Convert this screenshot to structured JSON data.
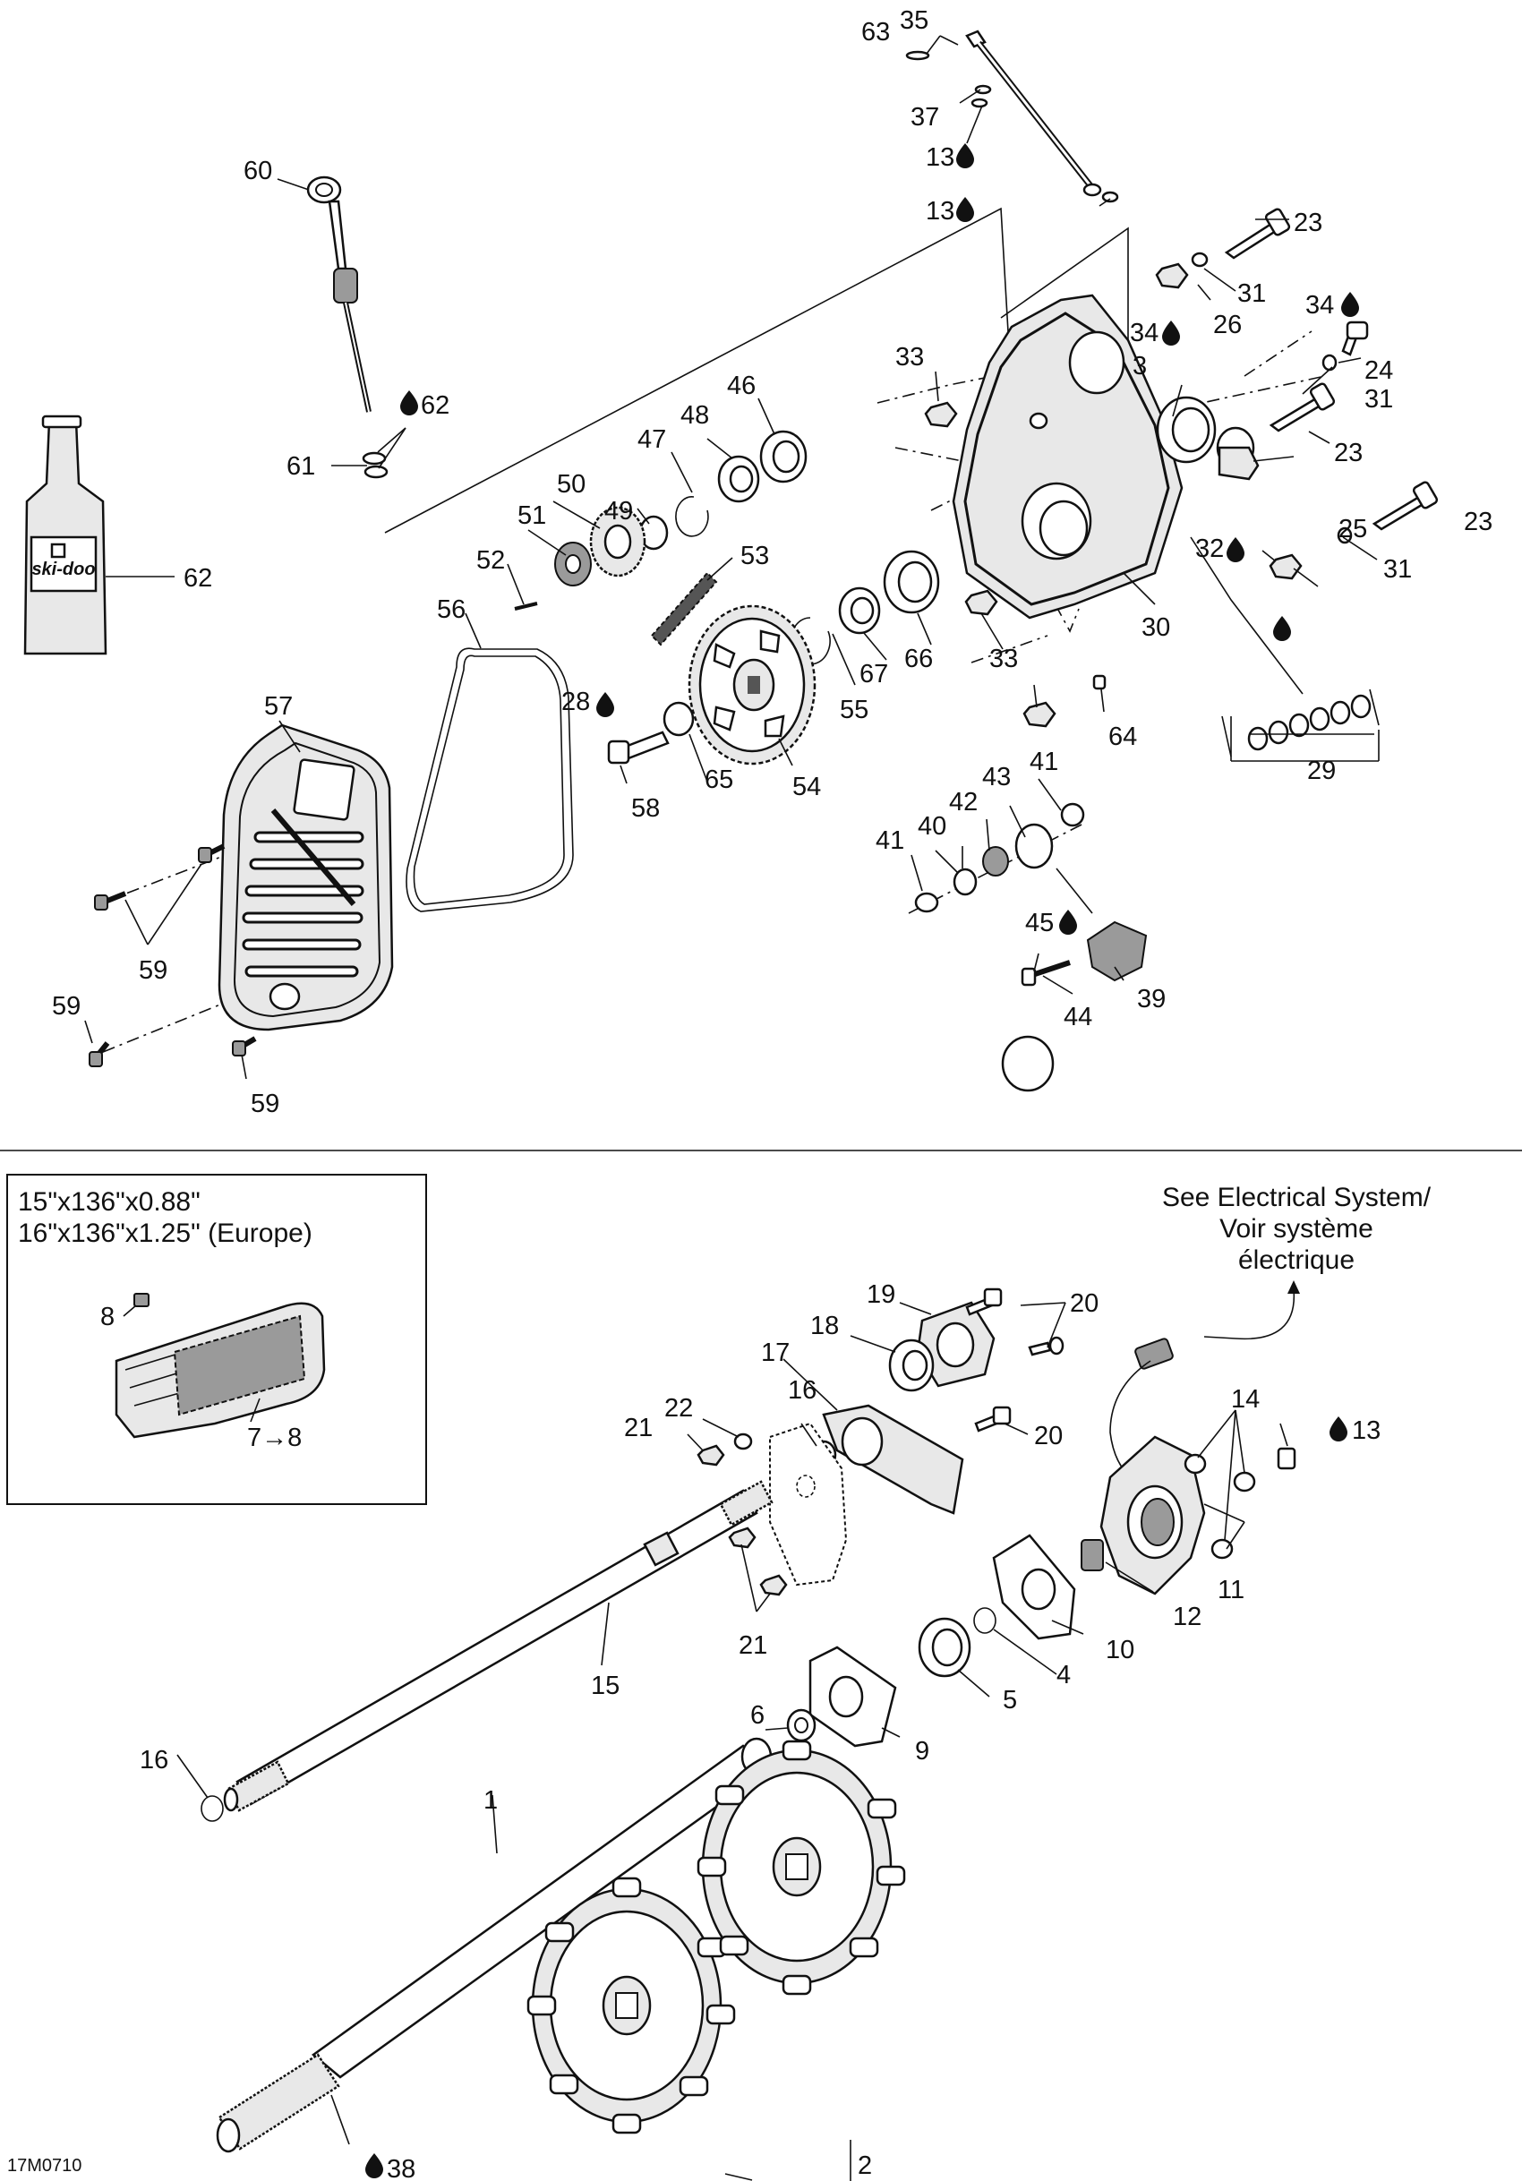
{
  "diagram": {
    "ref_code": "17M0710",
    "track_box": {
      "line1": "15\"x136\"x0.88\"",
      "line2": "16\"x136\"x1.25\" (Europe)",
      "track_note": "7→8",
      "clip_callout": "8"
    },
    "electrical_note": {
      "line1": "See Electrical System/",
      "line2": "Voir système",
      "line3": "électrique"
    },
    "bottle_label": "ski-doo",
    "callouts_top": [
      "63",
      "35",
      "37",
      "13",
      "13",
      "60",
      "23",
      "31",
      "26",
      "34",
      "34",
      "24",
      "31",
      "3",
      "23",
      "33",
      "46",
      "48",
      "47",
      "62",
      "61",
      "50",
      "49",
      "51",
      "52",
      "53",
      "56",
      "32",
      "31",
      "25",
      "23",
      "30",
      "33",
      "66",
      "67",
      "55",
      "64",
      "28",
      "57",
      "65",
      "54",
      "29",
      "58",
      "41",
      "43",
      "42",
      "40",
      "41",
      "45",
      "59",
      "39",
      "44",
      "59",
      "59",
      "62"
    ],
    "callouts_bottom": [
      "19",
      "20",
      "18",
      "17",
      "16",
      "22",
      "21",
      "14",
      "13",
      "20",
      "12",
      "11",
      "21",
      "15",
      "10",
      "4",
      "5",
      "6",
      "9",
      "16",
      "1",
      "38",
      "2"
    ]
  }
}
